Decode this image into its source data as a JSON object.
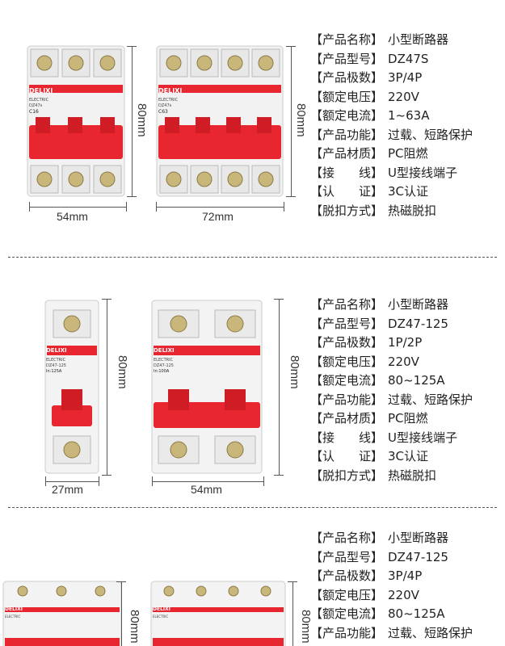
{
  "sections": [
    {
      "specs": [
        {
          "key": "【产品名称】",
          "value": "小型断路器"
        },
        {
          "key": "【产品型号】",
          "value": "DZ47S"
        },
        {
          "key": "【产品极数】",
          "value": "3P/4P"
        },
        {
          "key": "【额定电压】",
          "value": "220V"
        },
        {
          "key": "【额定电流】",
          "value": "1~63A"
        },
        {
          "key": "【产品功能】",
          "value": "过载、短路保护"
        },
        {
          "key": "【产品材质】",
          "value": "PC阻燃"
        },
        {
          "key": "【接　　线】",
          "value": "U型接线端子"
        },
        {
          "key": "【认　　证】",
          "value": "3C认证"
        },
        {
          "key": "【脱扣方式】",
          "value": "热磁脱扣"
        }
      ],
      "dims": {
        "w1": "54mm",
        "w2": "72mm",
        "h1": "80mm",
        "h2": "80mm"
      },
      "breaker_a": {
        "brand": "DELIXI",
        "sub": "ELECTRIC",
        "model": "DZ47s",
        "rating": "C16"
      },
      "breaker_b": {
        "brand": "DELIXI",
        "sub": "ELECTRIC",
        "model": "DZ47s",
        "rating": "C63"
      }
    },
    {
      "specs": [
        {
          "key": "【产品名称】",
          "value": "小型断路器"
        },
        {
          "key": "【产品型号】",
          "value": "DZ47-125"
        },
        {
          "key": "【产品极数】",
          "value": "1P/2P"
        },
        {
          "key": "【额定电压】",
          "value": "220V"
        },
        {
          "key": "【额定电流】",
          "value": "80~125A"
        },
        {
          "key": "【产品功能】",
          "value": "过载、短路保护"
        },
        {
          "key": "【产品材质】",
          "value": "PC阻燃"
        },
        {
          "key": "【接　　线】",
          "value": "U型接线端子"
        },
        {
          "key": "【认　　证】",
          "value": "3C认证"
        },
        {
          "key": "【脱扣方式】",
          "value": "热磁脱扣"
        }
      ],
      "dims": {
        "w1": "27mm",
        "w2": "54mm",
        "h1": "80mm",
        "h2": "80mm"
      },
      "breaker_a": {
        "brand": "DELIXI",
        "sub": "ELECTRIC",
        "model": "DZ47-125",
        "rating": "In:125A"
      },
      "breaker_b": {
        "brand": "DELIXI",
        "sub": "ELECTRIC",
        "model": "DZ47-125",
        "rating": "In:100A"
      }
    },
    {
      "specs": [
        {
          "key": "【产品名称】",
          "value": "小型断路器"
        },
        {
          "key": "【产品型号】",
          "value": "DZ47-125"
        },
        {
          "key": "【产品极数】",
          "value": "3P/4P"
        },
        {
          "key": "【额定电压】",
          "value": "220V"
        },
        {
          "key": "【额定电流】",
          "value": "80~125A"
        },
        {
          "key": "【产品功能】",
          "value": "过载、短路保护"
        }
      ],
      "dims": {
        "h1": "80mm",
        "h2": "80mm"
      },
      "breaker_a": {
        "brand": "DELIXI",
        "sub": "ELECTRIC"
      },
      "breaker_b": {
        "brand": "DELIXI",
        "sub": "ELECTRIC"
      }
    }
  ],
  "colors": {
    "red": "#e8262f",
    "body": "#f4f4f4",
    "terminal": "#c9b67a"
  }
}
